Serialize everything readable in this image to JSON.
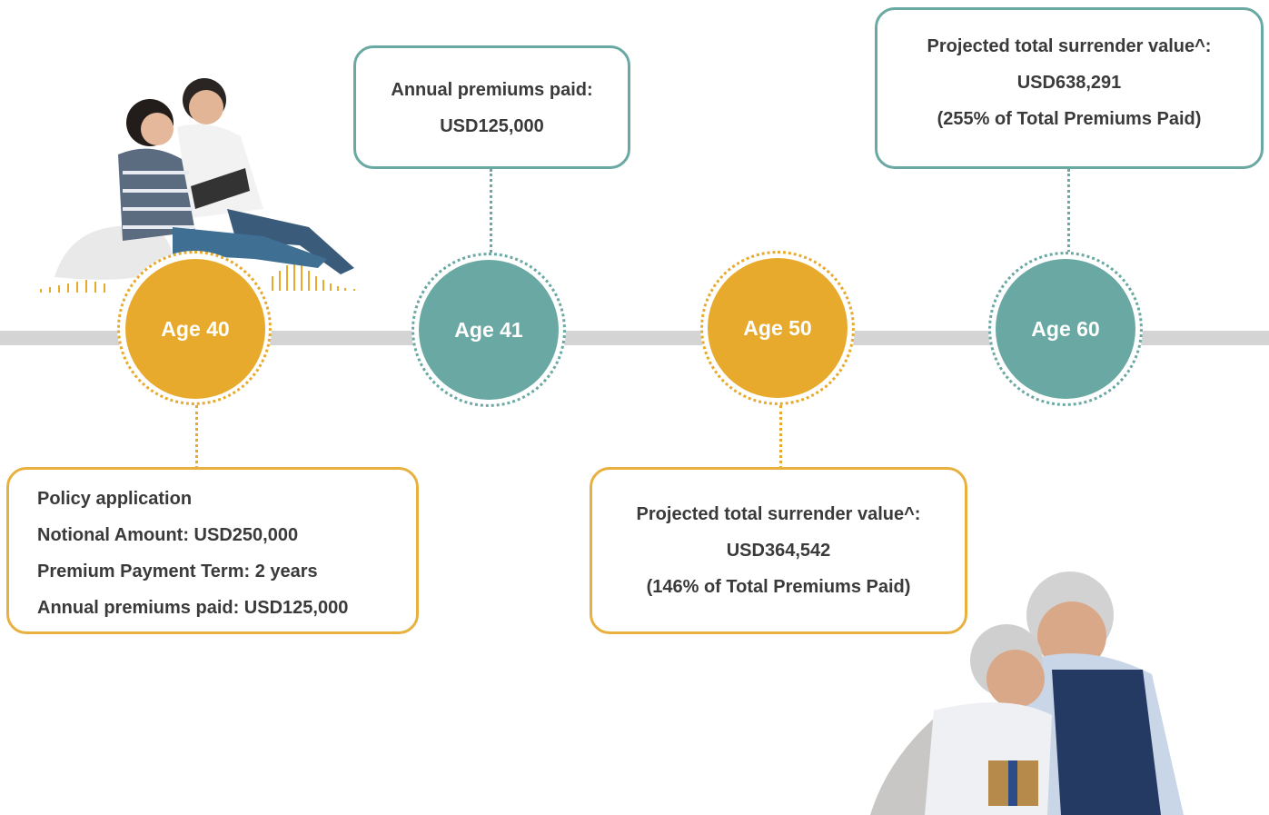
{
  "colors": {
    "gold": "#e8aa2c",
    "teal": "#6aa9a3",
    "bar": "#d4d4d4",
    "text": "#3a3a3a"
  },
  "milestones": [
    {
      "label": "Age 40",
      "color": "gold"
    },
    {
      "label": "Age 41",
      "color": "teal"
    },
    {
      "label": "Age 50",
      "color": "gold"
    },
    {
      "label": "Age 60",
      "color": "teal"
    }
  ],
  "cards": {
    "age40": {
      "title": "Policy application",
      "lines": [
        "Notional Amount: USD250,000",
        "Premium Payment Term: 2 years",
        "Annual premiums paid: USD125,000"
      ]
    },
    "age41": {
      "lines": [
        "Annual premiums paid:",
        "USD125,000"
      ]
    },
    "age50": {
      "lines": [
        "Projected total surrender value^:",
        "USD364,542",
        "(146% of Total Premiums Paid)"
      ]
    },
    "age60": {
      "lines": [
        "Projected total surrender value^:",
        "USD638,291",
        "(255% of Total Premiums Paid)"
      ]
    }
  },
  "images": {
    "young_couple": "young-couple-reading-photo",
    "senior_couple": "senior-couple-embracing-photo"
  }
}
